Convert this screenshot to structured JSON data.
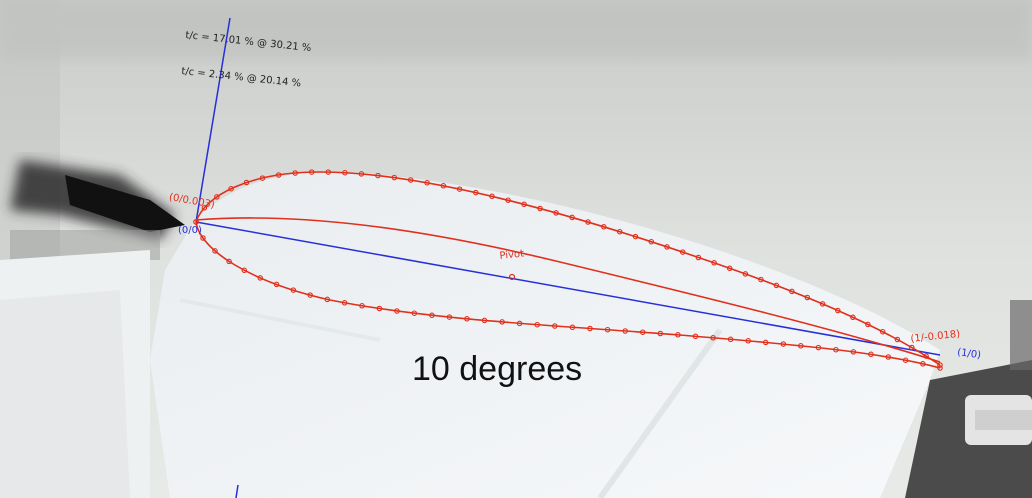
{
  "annotations": {
    "thickness_line_1": "t/c = 17.01 % @ 30.21 %",
    "thickness_line_2": "t/c = 2.34 % @ 20.14 %"
  },
  "labels": {
    "leading_edge_red": "(0/0.003)",
    "leading_edge_blue": "(0/0)",
    "trailing_edge_red": "(1/-0.018)",
    "trailing_edge_blue": "(1/0)",
    "pivot": "Pivot"
  },
  "caption": "10 degrees",
  "colors": {
    "airfoil": "#e0301c",
    "chord_line": "#2630d8",
    "wall": "#d8dbd9",
    "wing": "#f1f4f6"
  }
}
